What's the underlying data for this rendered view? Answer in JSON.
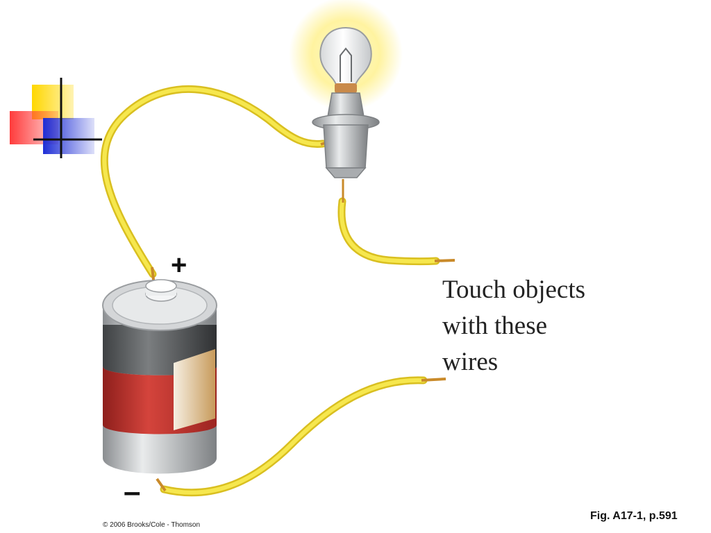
{
  "caption": "Touch objects\nwith these\nwires",
  "labels": {
    "plus": "+",
    "minus": "–"
  },
  "footer": {
    "copyright": "© 2006 Brooks/Cole - Thomson",
    "figure_ref": "Fig. A17-1, p.591"
  },
  "colors": {
    "wire": "#f3e13a",
    "wire_core": "#c98a2a",
    "battery_red": "#c8312c",
    "battery_silver": "#b9bcbf",
    "bulb_glow": "#fff3a0",
    "logo_yellow": "#ffd700",
    "logo_red": "#ff3b3b",
    "logo_blue": "#1f2fd6"
  }
}
